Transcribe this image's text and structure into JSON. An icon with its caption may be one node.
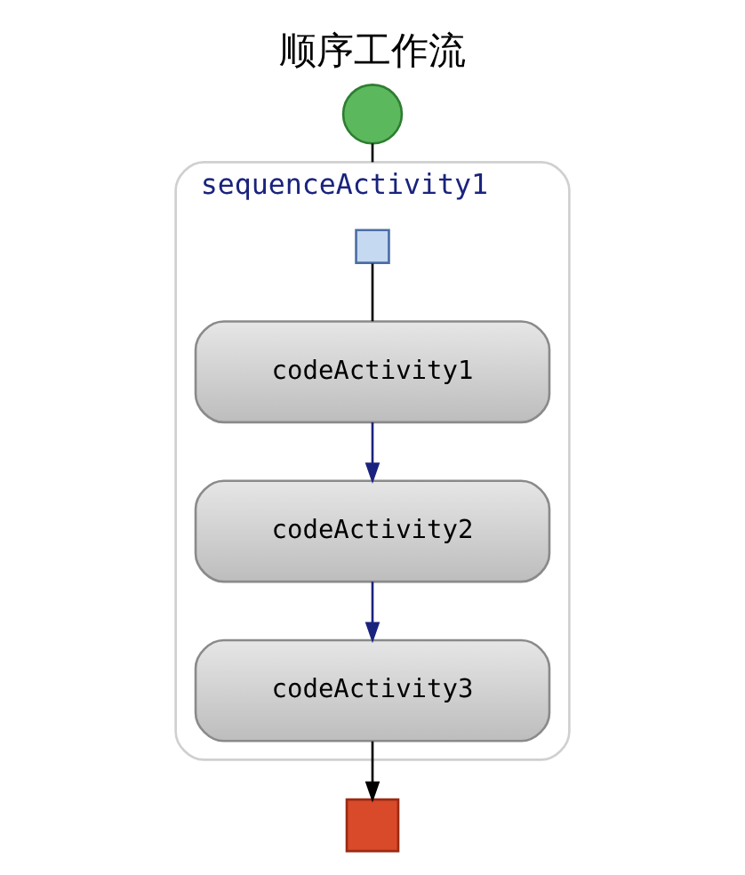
{
  "diagram": {
    "title": "顺序工作流",
    "nodes": [
      {
        "text": [],
        "shape": "circle"
      },
      {
        "text": [
          "sequenceActivity1"
        ]
      },
      {
        "text": [],
        "shape": "box",
        "in": 1
      },
      {
        "text": [
          "codeActivity1"
        ],
        "in": 1
      },
      {
        "text": [
          "codeActivity2"
        ],
        "in": 1
      },
      {
        "text": [
          "codeActivity3"
        ],
        "in": 1
      },
      {
        "text": [],
        "shape": "box"
      }
    ],
    "edges": [
      {
        "from": 0,
        "to": 1,
        "arrow": "none"
      },
      {
        "from": 2,
        "to": 3,
        "arrow": "none"
      },
      {
        "from": 3,
        "to": 4,
        "arrow": "to",
        "color": "#1a237e"
      },
      {
        "from": 4,
        "to": 5,
        "arrow": "to",
        "color": "#1a237e"
      },
      {
        "from": 5,
        "to": 6,
        "arrow": "to"
      }
    ]
  }
}
